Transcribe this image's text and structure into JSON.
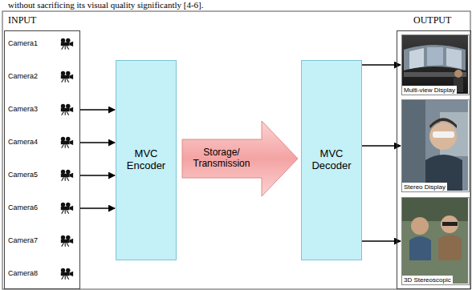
{
  "diagram": {
    "nodes": [
      {
        "text": [
          "INPUT"
        ]
      },
      {
        "text": [
          "MVC Encoder"
        ]
      },
      {
        "text": [
          "Storage/ Transmission"
        ]
      },
      {
        "text": [
          "MVC Decoder"
        ]
      },
      {
        "text": [
          "OUTPUT"
        ]
      },
      {
        "text": [
          "Multi-view Display"
        ],
        "in": 4
      },
      {
        "text": [
          "Stereo Display"
        ],
        "in": 4
      },
      {
        "text": [
          "3D Stereoscopic"
        ],
        "in": 4
      }
    ],
    "edges": [
      {
        "from": 0,
        "to": 1,
        "arrow": "to"
      },
      {
        "from": 0,
        "to": 1,
        "arrow": "to"
      },
      {
        "from": 0,
        "to": 1,
        "arrow": "to"
      },
      {
        "from": 0,
        "to": 1,
        "arrow": "to"
      },
      {
        "from": 3,
        "to": 5,
        "arrow": "to"
      },
      {
        "from": 3,
        "to": 6,
        "arrow": "to"
      },
      {
        "from": 3,
        "to": 7,
        "arrow": "to"
      }
    ],
    "labels": [
      "without sacrificing its visual quality significantly [4-6].",
      "Camera1",
      "Camera2",
      "Camera3",
      "Camera4",
      "Camera5",
      "Camera6",
      "Camera7",
      "Camera8"
    ]
  }
}
